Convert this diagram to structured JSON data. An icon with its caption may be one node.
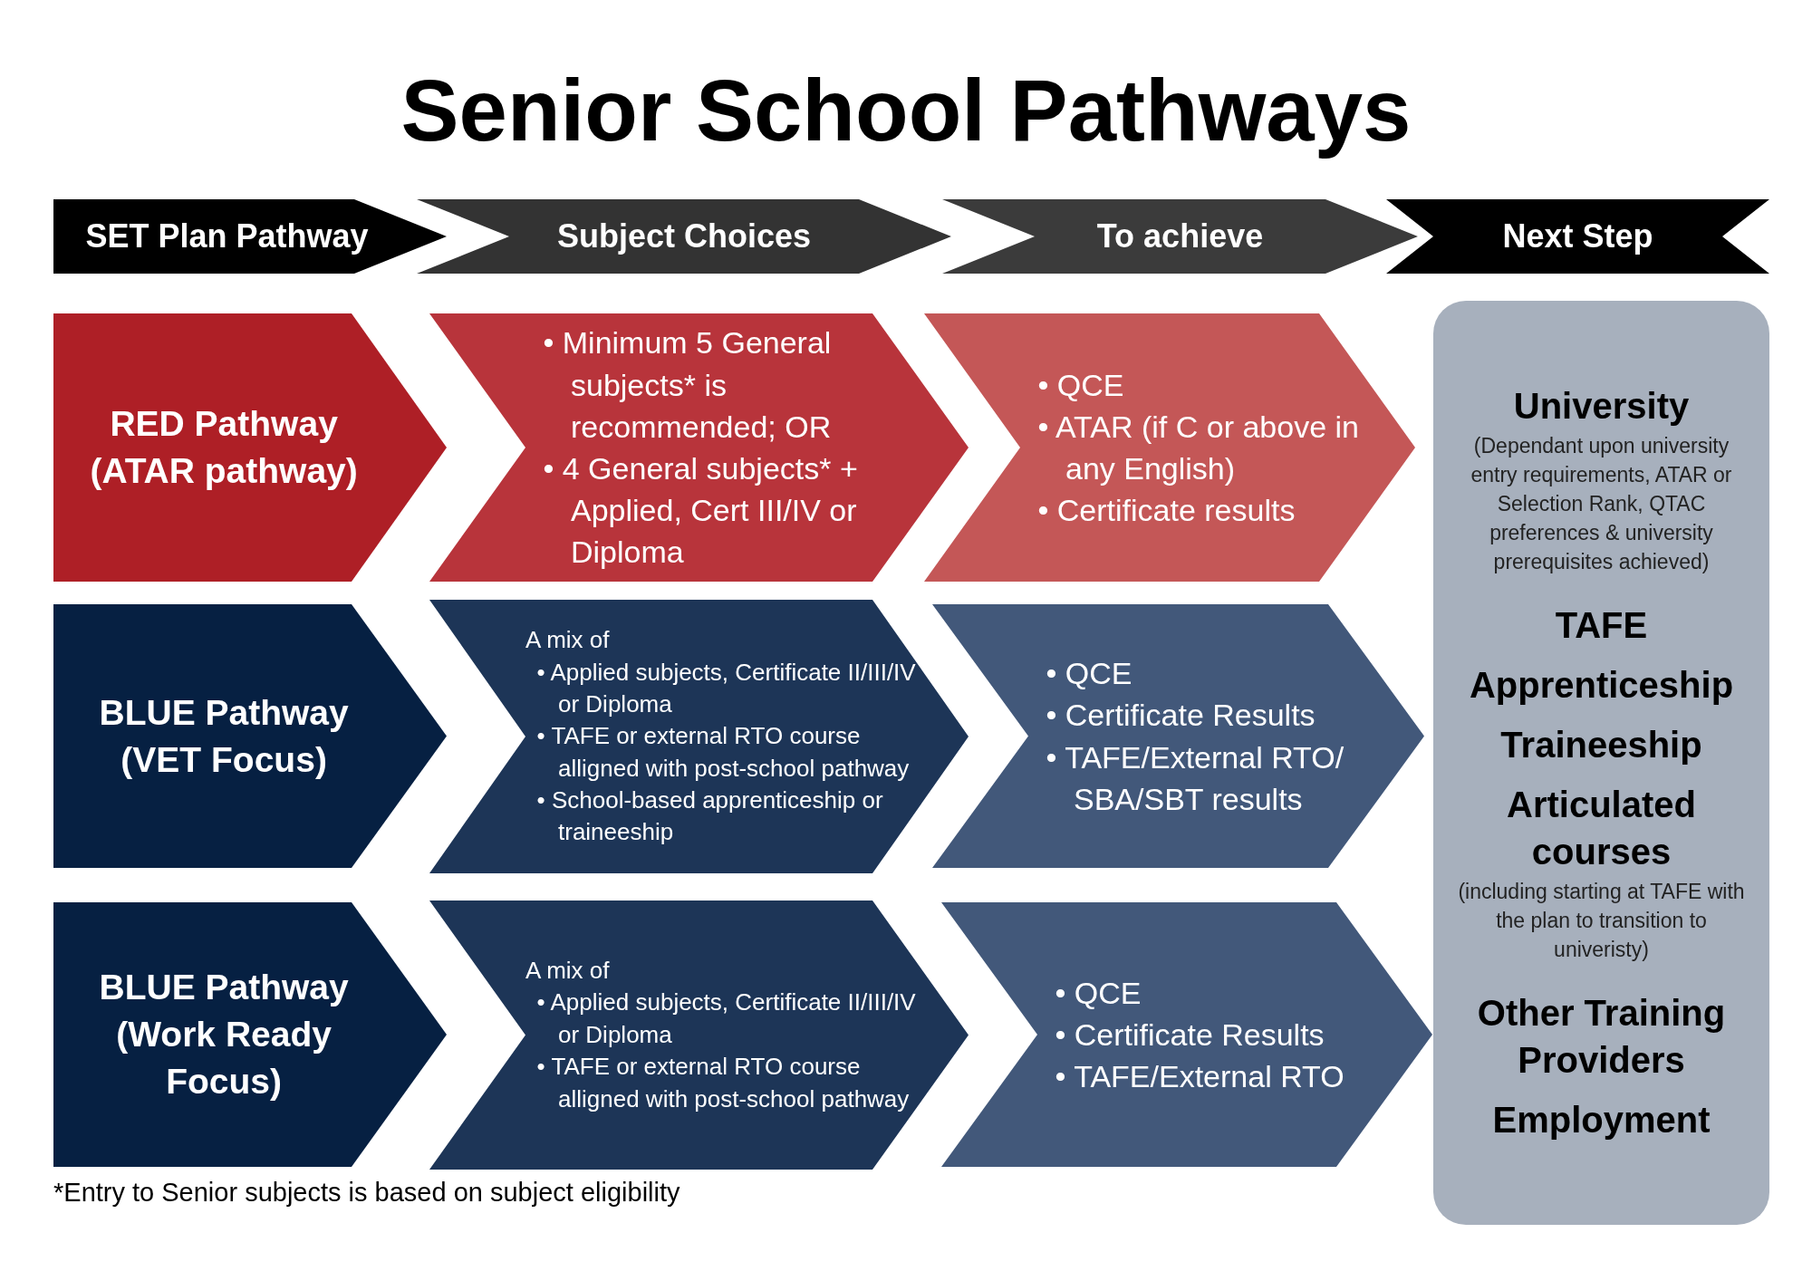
{
  "diagram": {
    "title": "Senior School Pathways",
    "nodes": [
      {
        "text": [
          "SET Plan Pathway"
        ]
      },
      {
        "text": [
          "Subject Choices"
        ]
      },
      {
        "text": [
          "To achieve"
        ]
      },
      {
        "text": [
          "Next Step"
        ]
      },
      {
        "text": [
          "RED Pathway (ATAR pathway)"
        ]
      },
      {
        "text": [
          "• Minimum 5 General subjects* is recommended; OR",
          "• 4 General subjects* + Applied, Cert III/IV or Diploma"
        ]
      },
      {
        "text": [
          "• QCE",
          "• ATAR (if C or above in any English)",
          "• Certificate results"
        ]
      },
      {
        "text": [
          "BLUE Pathway (VET Focus)"
        ]
      },
      {
        "text": [
          "A mix of",
          "• Applied subjects, Certificate II/III/IV or Diploma",
          "• TAFE or external RTO course alligned with post-school pathway",
          "• School-based apprenticeship or traineeship"
        ]
      },
      {
        "text": [
          "• QCE",
          "• Certificate Results",
          "• TAFE/External RTO/ SBA/SBT results"
        ]
      },
      {
        "text": [
          "BLUE Pathway (Work Ready Focus)"
        ]
      },
      {
        "text": [
          "A mix of",
          "• Applied subjects, Certificate II/III/IV or Diploma",
          "• TAFE or external RTO course alligned with post-school pathway"
        ]
      },
      {
        "text": [
          "• QCE",
          "• Certificate Results",
          "• TAFE/External RTO"
        ]
      },
      {
        "text": [
          "University",
          "(Dependant upon university entry requirements, ATAR or Selection Rank, QTAC preferences & university prerequisites achieved)",
          "TAFE",
          "Apprenticeship",
          "Traineeship",
          "Articulated courses",
          "(including starting at TAFE with the plan to transition to univeristy)",
          "Other Training Providers",
          "Employment"
        ]
      }
    ],
    "labels": [
      "*Entry to Senior subjects is based on subject eligibility"
    ]
  }
}
